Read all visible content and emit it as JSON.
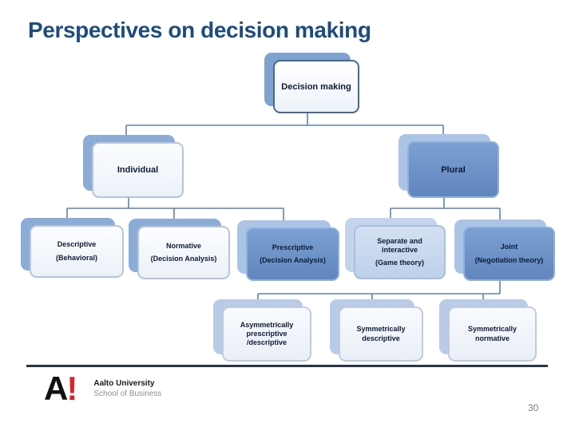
{
  "slide": {
    "title": "Perspectives on decision making",
    "page_number": "30"
  },
  "diagram": {
    "nodes": [
      {
        "title": "Decision making",
        "subtitle": ""
      },
      {
        "title": "Individual",
        "subtitle": ""
      },
      {
        "title": "Plural",
        "subtitle": ""
      },
      {
        "title": "Descriptive",
        "subtitle": "(Behavioral)"
      },
      {
        "title": "Normative",
        "subtitle": "(Decision Analysis)"
      },
      {
        "title": "Prescriptive",
        "subtitle": "(Decision Analysis)"
      },
      {
        "title": "Separate and interactive",
        "subtitle": "(Game theory)"
      },
      {
        "title": "Joint",
        "subtitle": "(Negotiation theory)"
      },
      {
        "title": "Asymmetrically prescriptive /descriptive",
        "subtitle": ""
      },
      {
        "title": "Symmetrically descriptive",
        "subtitle": ""
      },
      {
        "title": "Symmetrically normative",
        "subtitle": ""
      }
    ],
    "edges": [
      {
        "parent": "Decision making",
        "child": "Individual"
      },
      {
        "parent": "Decision making",
        "child": "Plural"
      },
      {
        "parent": "Individual",
        "child": "Descriptive (Behavioral)"
      },
      {
        "parent": "Individual",
        "child": "Normative (Decision Analysis)"
      },
      {
        "parent": "Individual",
        "child": "Prescriptive (Decision Analysis)"
      },
      {
        "parent": "Plural",
        "child": "Separate and interactive (Game theory)"
      },
      {
        "parent": "Plural",
        "child": "Joint (Negotiation theory)"
      },
      {
        "parent": "Joint (Negotiation theory)",
        "child": "Asymmetrically prescriptive /descriptive"
      },
      {
        "parent": "Joint (Negotiation theory)",
        "child": "Symmetrically descriptive"
      },
      {
        "parent": "Joint (Negotiation theory)",
        "child": "Symmetrically normative"
      }
    ]
  },
  "footer": {
    "logo_a": "A",
    "logo_excl": "!",
    "university": "Aalto University",
    "school": "School of Business"
  },
  "colors": {
    "title_text": "#1e4c7c",
    "blue_box_fill": "#6f94c9",
    "light_box_fill": "#f3f7fb",
    "mid_box_fill": "#c9d9ee",
    "connector": "#6080a8",
    "footer_line": "#263548",
    "logo_red": "#d8232a",
    "page_number_gray": "#7f7f7f"
  }
}
